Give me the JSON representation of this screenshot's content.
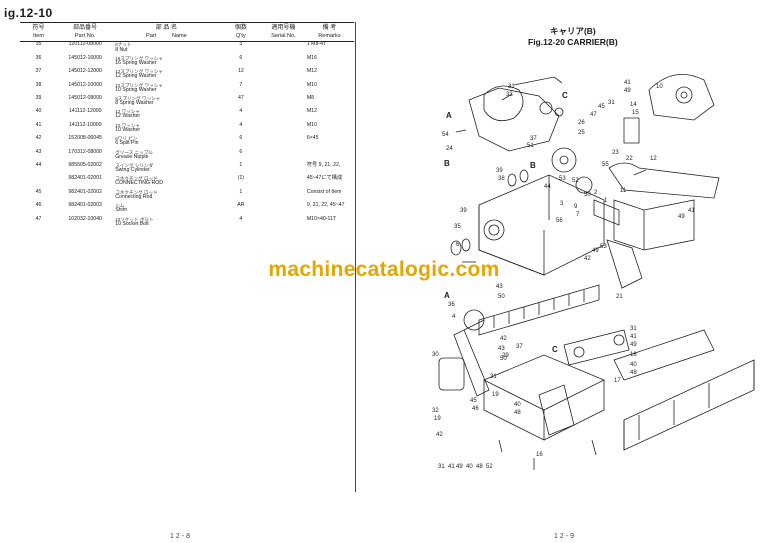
{
  "left_page": {
    "figure_label": "ig.12-10",
    "columns": {
      "item_jp": "符号",
      "item": "Item",
      "part_no_jp": "部品番号",
      "part_no": "Part No.",
      "part_name_jp": "部 品 名",
      "part_name_en_a": "Part",
      "part_name_en_b": "Name",
      "qty_jp": "個数",
      "qty": "Q'ty",
      "serial_jp": "適用号機",
      "serial": "Serial No.",
      "remarks_jp": "備 考",
      "remarks": "Remarks"
    },
    "rows": [
      {
        "item": "35",
        "part_no": "120112-08000",
        "name_jp": "6ナット",
        "name": "8 Nut",
        "qty": "3",
        "serial": "",
        "remarks": "1 M8-4T"
      },
      {
        "item": "36",
        "part_no": "145012-16000",
        "name_jp": "16スプリング ワッシャ",
        "name": "16 Spring Washer",
        "qty": "6",
        "serial": "",
        "remarks": "M16"
      },
      {
        "item": "37",
        "part_no": "145012-12000",
        "name_jp": "12スプリング ワッシャ",
        "name": "12 Spring Washer",
        "qty": "12",
        "serial": "",
        "remarks": "M12"
      },
      {
        "item": "38",
        "part_no": "145012-10000",
        "name_jp": "10スプリング ワッシャ",
        "name": "10 Spring Washer",
        "qty": "7",
        "serial": "",
        "remarks": "M10"
      },
      {
        "item": "39",
        "part_no": "145012-08000",
        "name_jp": "8スプリング ワッシャ",
        "name": "8 Spring Washer",
        "qty": "47",
        "serial": "",
        "remarks": "M8"
      },
      {
        "item": "40",
        "part_no": "141112-12000",
        "name_jp": "12 ワッシャ",
        "name": "12 Washer",
        "qty": "4",
        "serial": "",
        "remarks": "M12"
      },
      {
        "item": "41",
        "part_no": "141112-10000",
        "name_jp": "10 ワッシャ",
        "name": "10 Washer",
        "qty": "4",
        "serial": "",
        "remarks": "M10"
      },
      {
        "item": "42",
        "part_no": "152008-06045",
        "name_jp": "6ワリ ピン",
        "name": "6 Split Pin",
        "qty": "6",
        "serial": "",
        "remarks": "6×45"
      },
      {
        "item": "43",
        "part_no": "170312-08000",
        "name_jp": "グリース ニップル",
        "name": "Grease Nipple",
        "qty": "6",
        "serial": "",
        "remarks": ""
      },
      {
        "item": "44",
        "part_no": "985505-02002",
        "name_jp": "スイング シリンダ",
        "name": "Swing Cylinder",
        "qty": "1",
        "serial": "",
        "remarks": "符号 9, 21, 22,"
      },
      {
        "item": "",
        "part_no": "982401-02001",
        "name_jp": "コネクチング ロッド",
        "name": "CONNECTING ROD",
        "qty": "(1)",
        "serial": "",
        "remarks": "45~47にて構成"
      },
      {
        "item": "45",
        "part_no": "982401-02002",
        "name_jp": "コネクチング ロッド",
        "name": "Connecting Rod",
        "qty": "1",
        "serial": "",
        "remarks": "Consist of Item"
      },
      {
        "item": "46",
        "part_no": "982401-02003",
        "name_jp": "シム",
        "name": "Shim",
        "qty": "AR",
        "serial": "",
        "remarks": "9, 21, 22, 45~47"
      },
      {
        "item": "47",
        "part_no": "102032-10040",
        "name_jp": "10ソケット ボルト",
        "name": "10 Socket Bolt",
        "qty": "4",
        "serial": "",
        "remarks": "M10×40-11T"
      }
    ],
    "page_number": "12-8"
  },
  "watermark": "machinecatalogic.com",
  "right_page": {
    "title_jp": "キャリア(B)",
    "title": "Fig.12-20  CARRIER(B)",
    "callouts": [
      "31",
      "33",
      "C",
      "A",
      "54",
      "24",
      "B",
      "37",
      "51",
      "39",
      "38",
      "53",
      "44",
      "52",
      "50",
      "3",
      "26",
      "47",
      "45",
      "25",
      "22",
      "12",
      "55",
      "23",
      "41",
      "49",
      "10",
      "14",
      "15",
      "11",
      "9",
      "2",
      "1",
      "7",
      "56",
      "39",
      "35",
      "6",
      "49",
      "41",
      "42",
      "49",
      "53",
      "21",
      "43",
      "50",
      "A",
      "36",
      "4",
      "30",
      "42",
      "43",
      "50",
      "29",
      "31",
      "41",
      "49",
      "18",
      "40",
      "48",
      "17",
      "31",
      "19",
      "45",
      "46",
      "40",
      "48",
      "16",
      "32",
      "19",
      "42",
      "31",
      "41",
      "49",
      "40",
      "48",
      "52",
      "C",
      "B",
      "37"
    ],
    "page_number": "12-9"
  }
}
